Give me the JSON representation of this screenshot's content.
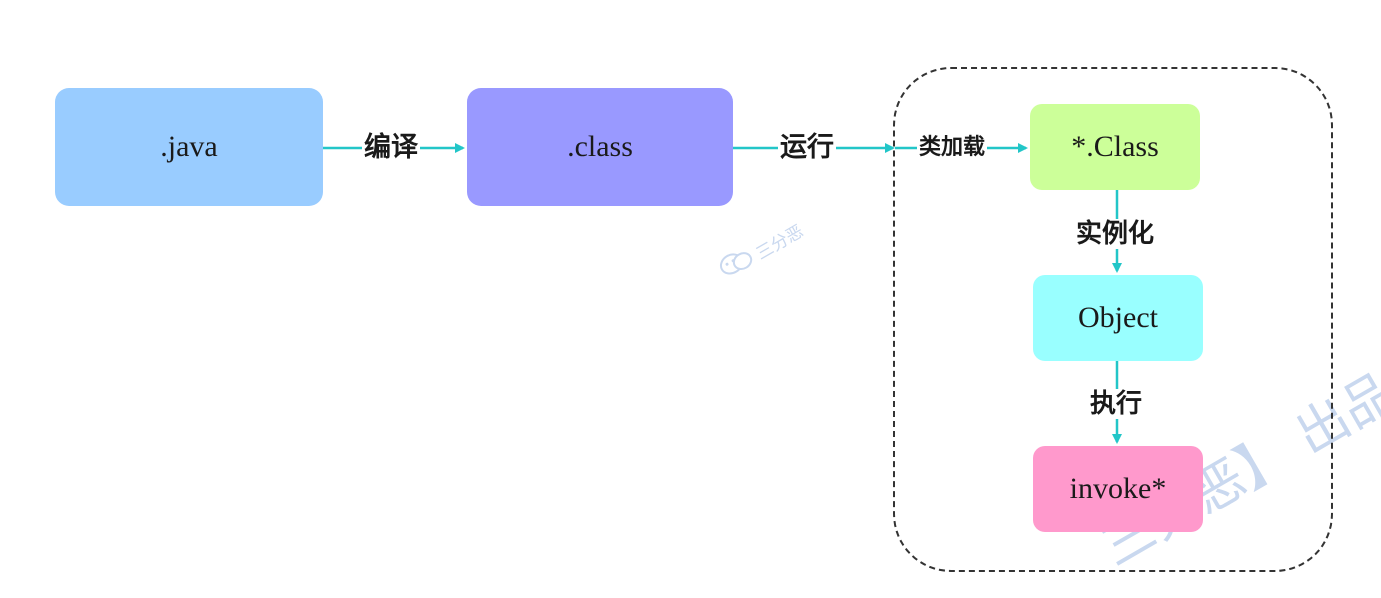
{
  "diagram": {
    "nodes": {
      "java": {
        "label": ".java",
        "color": "#99ccff"
      },
      "class": {
        "label": ".class",
        "color": "#9999ff"
      },
      "class_obj": {
        "label": "*.Class",
        "color": "#ccff99"
      },
      "object": {
        "label": "Object",
        "color": "#99ffff"
      },
      "invoke": {
        "label": "invoke*",
        "color": "#ff99cc"
      }
    },
    "edges": {
      "compile": {
        "label": "编译"
      },
      "run": {
        "label": "运行"
      },
      "class_load": {
        "label": "类加载"
      },
      "instantiate": {
        "label": "实例化"
      },
      "execute": {
        "label": "执行"
      }
    },
    "edge_color": "#22c6c8"
  },
  "watermark": {
    "small_text": "三分恶",
    "large_text": "三分恶】 出品",
    "icon": "wechat-icon"
  }
}
